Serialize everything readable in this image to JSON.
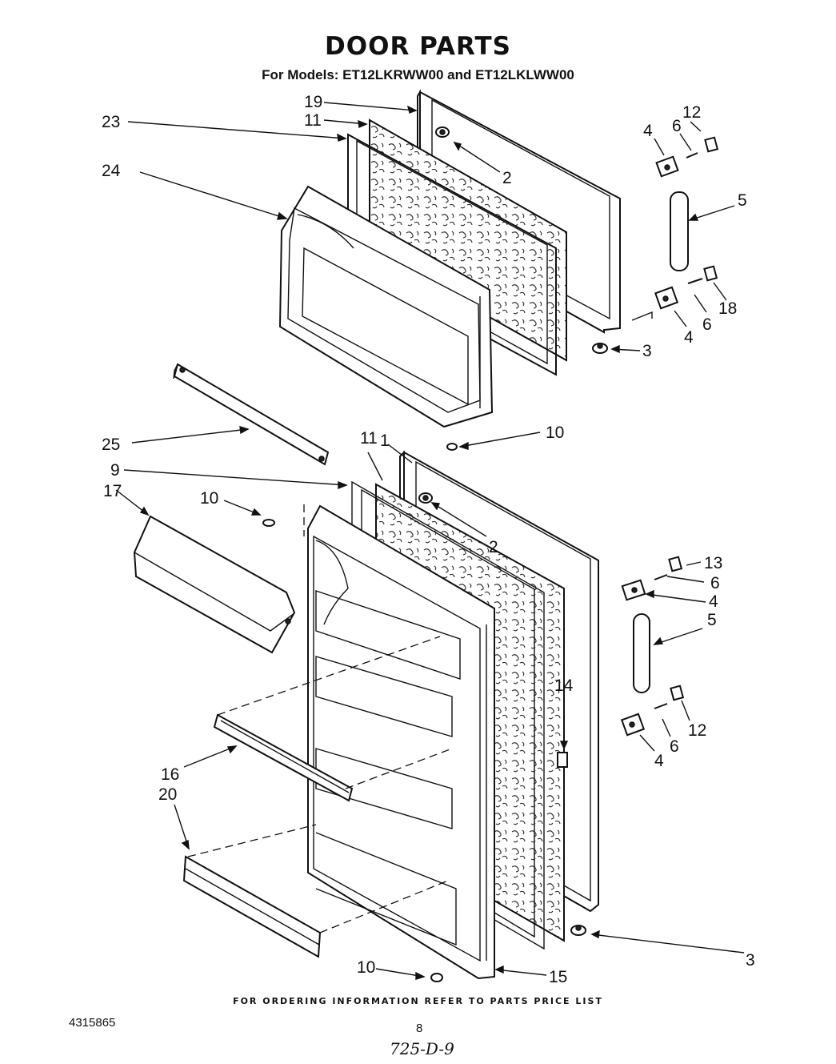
{
  "header": {
    "title": "DOOR PARTS",
    "subtitle": "For Models: ET12LKRWW00 and ET12LKLWW00"
  },
  "callouts": {
    "c19": "19",
    "c11a": "11",
    "c23": "23",
    "c12a": "12",
    "c6a": "6",
    "c4a": "4",
    "c2a": "2",
    "c24": "24",
    "c5a": "5",
    "c18": "18",
    "c6b": "6",
    "c4b": "4",
    "c3a": "3",
    "c1": "1",
    "c10a": "10",
    "c25": "25",
    "c11b": "11",
    "c9": "9",
    "c17": "17",
    "c10b": "10",
    "c2b": "2",
    "c13": "13",
    "c6c": "6",
    "c4c": "4",
    "c5b": "5",
    "c14": "14",
    "c12b": "12",
    "c6d": "6",
    "c4d": "4",
    "c16": "16",
    "c20": "20",
    "c3b": "3",
    "c10c": "10",
    "c15": "15"
  },
  "footer": {
    "ordering_note": "FOR ORDERING INFORMATION REFER TO PARTS PRICE LIST",
    "part_number": "4315865",
    "page_number": "8",
    "handwritten": "725-D-9"
  }
}
